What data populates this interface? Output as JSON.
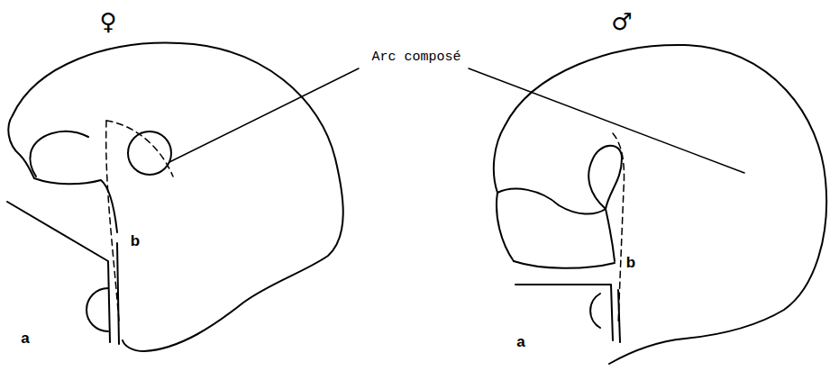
{
  "diagram": {
    "labels": [
      "♀",
      "♂",
      "Arc composé",
      "b",
      "b",
      "a",
      "a"
    ]
  }
}
